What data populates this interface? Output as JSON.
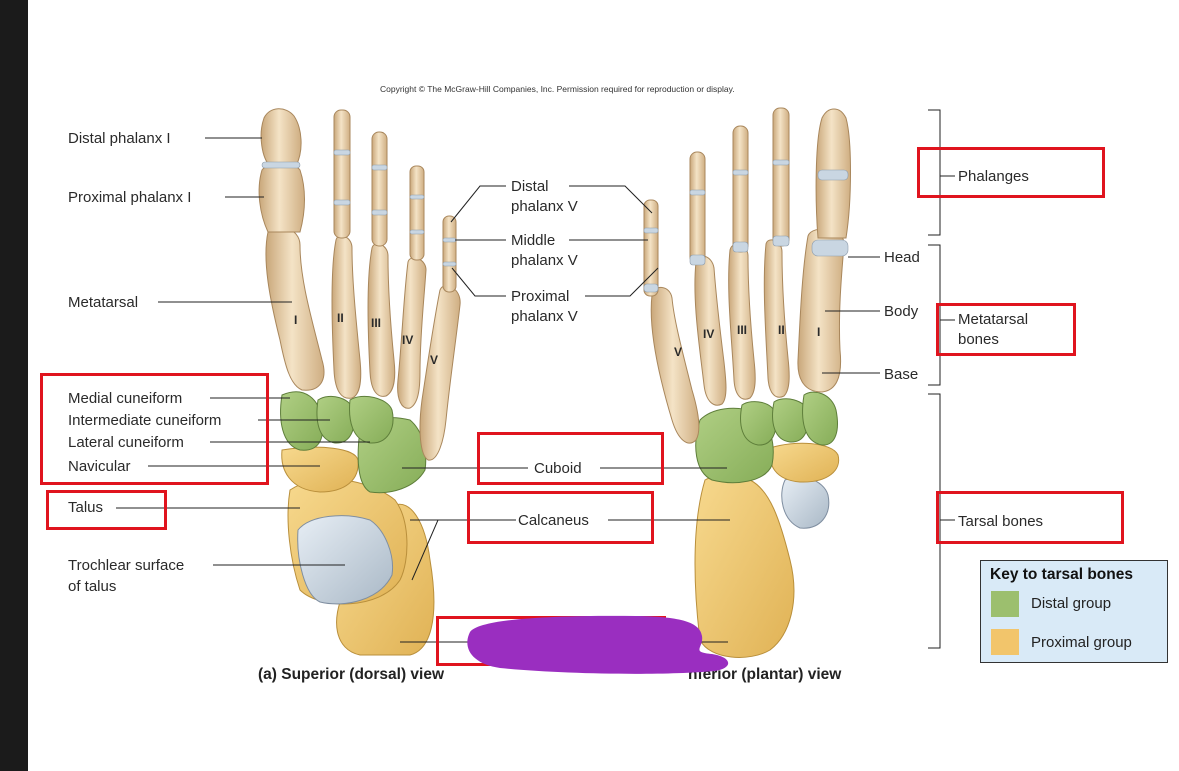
{
  "copyright": "Copyright © The McGraw-Hill Companies, Inc. Permission required for reproduction or display.",
  "labels_left": {
    "distal_phalanx_1": "Distal phalanx I",
    "proximal_phalanx_1": "Proximal phalanx I",
    "metatarsal": "Metatarsal",
    "medial_cuneiform": "Medial cuneiform",
    "intermediate_cuneiform": "Intermediate cuneiform",
    "lateral_cuneiform": "Lateral cuneiform",
    "navicular": "Navicular",
    "talus": "Talus",
    "trochlear_1": "Trochlear surface",
    "trochlear_2": "of talus"
  },
  "labels_center": {
    "distal_v_1": "Distal",
    "distal_v_2": "phalanx V",
    "middle_v_1": "Middle",
    "middle_v_2": "phalanx V",
    "proximal_v_1": "Proximal",
    "proximal_v_2": "phalanx V",
    "cuboid": "Cuboid",
    "calcaneus": "Calcaneus"
  },
  "labels_right": {
    "phalanges": "Phalanges",
    "head": "Head",
    "body": "Body",
    "metatarsal_bones_1": "Metatarsal",
    "metatarsal_bones_2": "bones",
    "base": "Base",
    "tarsal_bones": "Tarsal bones"
  },
  "roman_numerals": {
    "superior": [
      "I",
      "II",
      "III",
      "IV",
      "V"
    ],
    "inferior": [
      "V",
      "IV",
      "III",
      "II",
      "I"
    ]
  },
  "captions": {
    "superior": "(a) Superior (dorsal) view",
    "inferior": "(b) Inferior (plantar) view",
    "inferior_visible": "nferior (plantar) view"
  },
  "key": {
    "title": "Key to tarsal bones",
    "distal": "Distal group",
    "proximal": "Proximal group",
    "distal_color": "#9cbf6e",
    "proximal_color": "#f2c56b"
  },
  "colors": {
    "bone": "#ecd6b2",
    "distal_tarsal": "#9cbf6e",
    "proximal_tarsal": "#f2c56b",
    "cartilage": "#c9d6e2",
    "highlight_box": "#e0141e",
    "redaction": "#9a2ec0",
    "key_background": "#d9eaf7"
  }
}
